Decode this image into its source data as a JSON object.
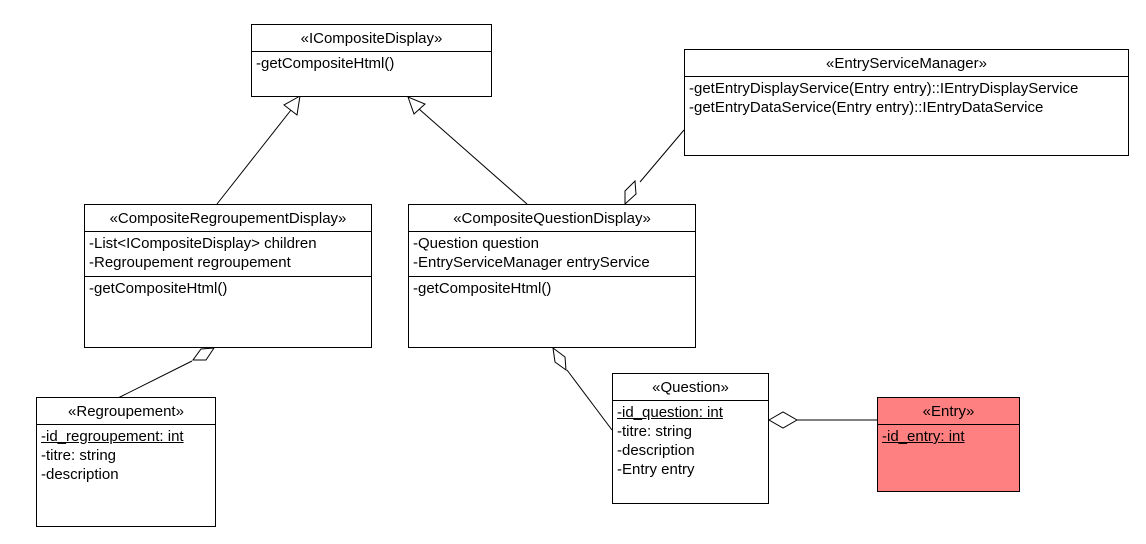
{
  "colors": {
    "entry_fill": "#ff8080",
    "line": "#000000"
  },
  "classes": {
    "icomposite": {
      "name": "«ICompositeDisplay»",
      "attributes": [],
      "operations": [
        "-getCompositeHtml()"
      ]
    },
    "entry_service_manager": {
      "name": "«EntryServiceManager»",
      "attributes": [],
      "operations": [
        "-getEntryDisplayService(Entry entry)::IEntryDisplayService",
        "-getEntryDataService(Entry entry)::IEntryDataService"
      ]
    },
    "composite_regroupement": {
      "name": "«CompositeRegroupementDisplay»",
      "attributes": [
        "-List<ICompositeDisplay> children",
        "-Regroupement regroupement"
      ],
      "operations": [
        "-getCompositeHtml()"
      ]
    },
    "composite_question": {
      "name": "«CompositeQuestionDisplay»",
      "attributes": [
        "-Question question",
        "-EntryServiceManager entryService"
      ],
      "operations": [
        "-getCompositeHtml()"
      ]
    },
    "regroupement": {
      "name": "«Regroupement»",
      "attributes": [
        "-id_regroupement: int",
        "-titre: string",
        "-description"
      ]
    },
    "question": {
      "name": "«Question»",
      "attributes": [
        "-id_question: int",
        "-titre: string",
        "-description",
        "-Entry entry"
      ]
    },
    "entry": {
      "name": "«Entry»",
      "attributes": [
        "-id_entry: int"
      ]
    }
  }
}
